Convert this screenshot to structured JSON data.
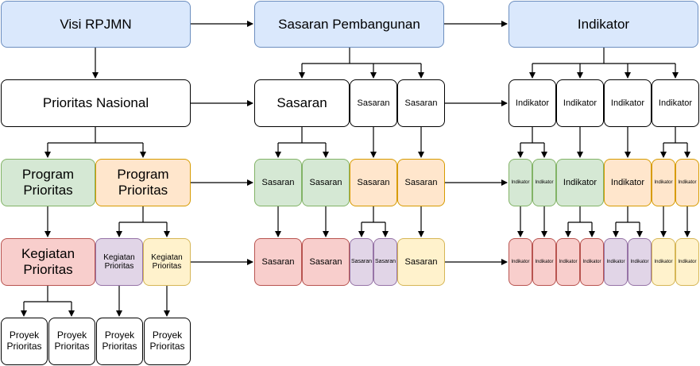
{
  "diagram": {
    "visi_rpjmn": "Visi RPJMN",
    "sasaran_pembangunan": "Sasaran Pembangunan",
    "indikator_header": "Indikator",
    "prioritas_nasional": "Prioritas Nasional",
    "sasaran": "Sasaran",
    "indikator": "Indikator",
    "program_prioritas": "Program Prioritas",
    "kegiatan_prioritas": "Kegiatan Prioritas",
    "proyek_prioritas": "Proyek Prioritas"
  },
  "colors": {
    "blue": "#dae8fc",
    "green": "#d5e8d4",
    "orange": "#ffe6cc",
    "red": "#f8cecc",
    "purple": "#e1d5e7",
    "yellow": "#fff2cc",
    "white": "#ffffff"
  }
}
